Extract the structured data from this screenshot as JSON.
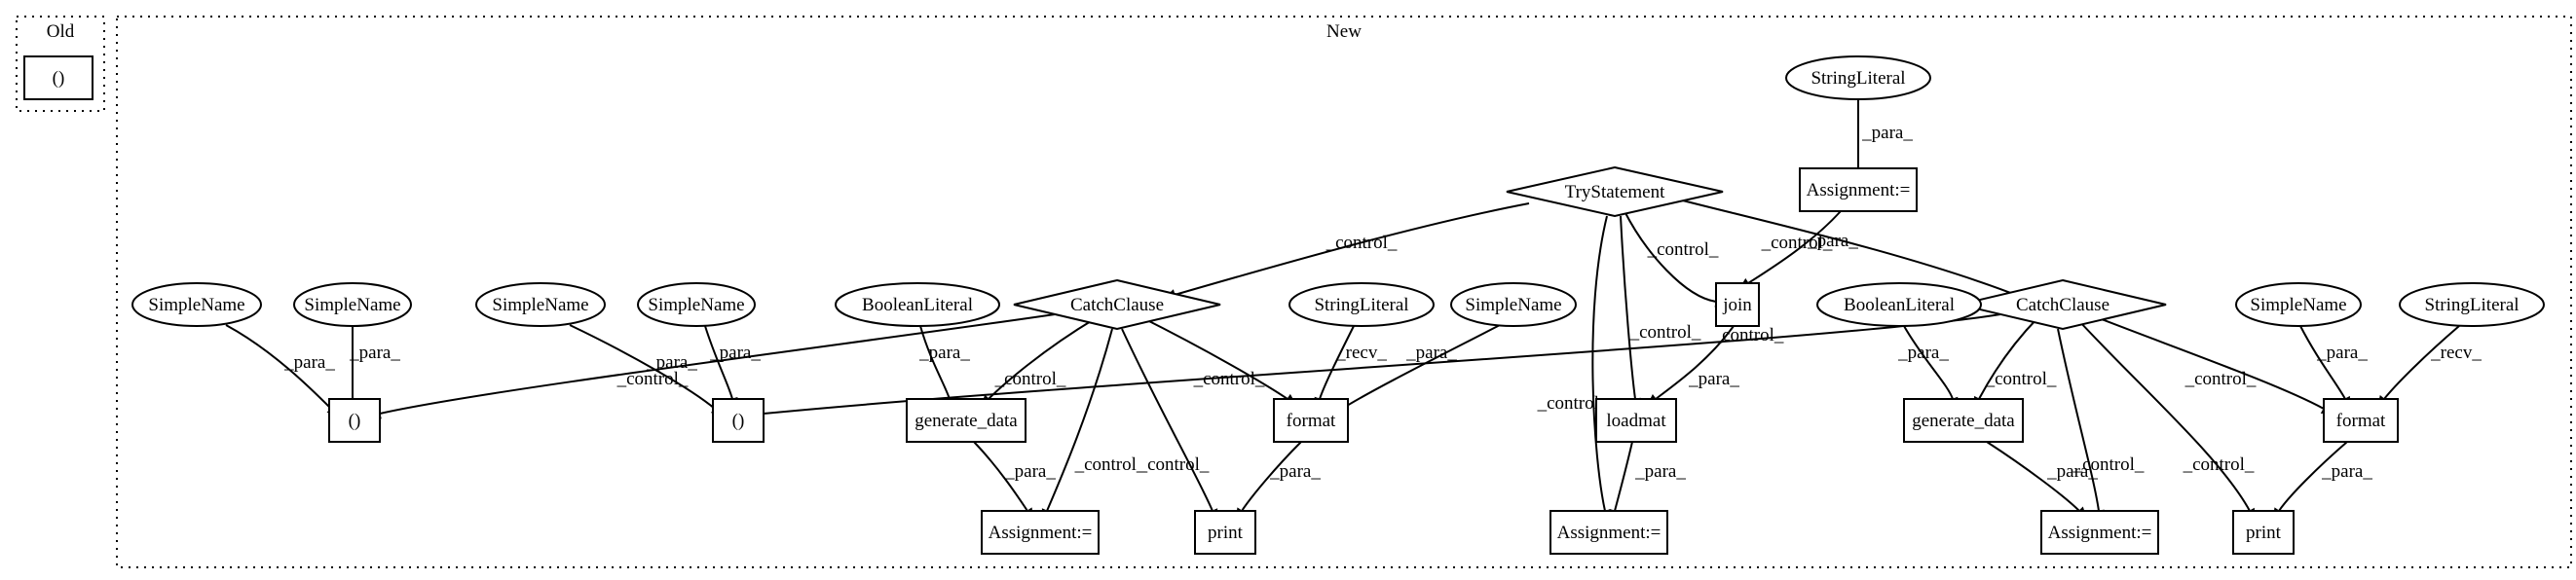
{
  "clusters": {
    "old": {
      "label": "Old"
    },
    "new": {
      "label": "New"
    }
  },
  "nodes": {
    "old_paren": {
      "label": "()"
    },
    "sl_top": {
      "label": "StringLiteral"
    },
    "assign_top": {
      "label": "Assignment:="
    },
    "try": {
      "label": "TryStatement"
    },
    "catch1": {
      "label": "CatchClause"
    },
    "catch2": {
      "label": "CatchClause"
    },
    "sn1": {
      "label": "SimpleName"
    },
    "sn2": {
      "label": "SimpleName"
    },
    "sn3": {
      "label": "SimpleName"
    },
    "sn4": {
      "label": "SimpleName"
    },
    "bool1": {
      "label": "BooleanLiteral"
    },
    "sl_mid": {
      "label": "StringLiteral"
    },
    "sn5": {
      "label": "SimpleName"
    },
    "join": {
      "label": "join"
    },
    "bool2": {
      "label": "BooleanLiteral"
    },
    "sn6": {
      "label": "SimpleName"
    },
    "sl_right": {
      "label": "StringLiteral"
    },
    "paren1": {
      "label": "()"
    },
    "paren2": {
      "label": "()"
    },
    "gen1": {
      "label": "generate_data"
    },
    "format1": {
      "label": "format"
    },
    "loadmat": {
      "label": "loadmat"
    },
    "gen2": {
      "label": "generate_data"
    },
    "format2": {
      "label": "format"
    },
    "assign1": {
      "label": "Assignment:="
    },
    "print1": {
      "label": "print"
    },
    "assign_mid": {
      "label": "Assignment:="
    },
    "assign2": {
      "label": "Assignment:="
    },
    "print2": {
      "label": "print"
    }
  },
  "edges": [
    {
      "id": "e01",
      "label": "_para_",
      "from": "sl_top",
      "to": "assign_top"
    },
    {
      "id": "e02",
      "label": "_para_",
      "from": "assign_top",
      "to": "join"
    },
    {
      "id": "e03",
      "label": "_control_",
      "from": "try",
      "to": "catch1"
    },
    {
      "id": "e04",
      "label": "_control_",
      "from": "try",
      "to": "join"
    },
    {
      "id": "e05",
      "label": "_control_",
      "from": "try",
      "to": "catch2"
    },
    {
      "id": "e06",
      "label": "_control_",
      "from": "try",
      "to": "loadmat"
    },
    {
      "id": "e07",
      "label": "_control_",
      "from": "try",
      "to": "assign_mid"
    },
    {
      "id": "e08",
      "label": "_para_",
      "from": "sn1",
      "to": "paren1"
    },
    {
      "id": "e09",
      "label": "_para_",
      "from": "sn2",
      "to": "paren1"
    },
    {
      "id": "e10",
      "label": "_para_",
      "from": "sn3",
      "to": "paren2"
    },
    {
      "id": "e11",
      "label": "_para_",
      "from": "sn4",
      "to": "paren2"
    },
    {
      "id": "e12",
      "label": "_control_",
      "from": "catch1",
      "to": "paren1"
    },
    {
      "id": "e13",
      "label": "_para_",
      "from": "bool1",
      "to": "gen1"
    },
    {
      "id": "e14",
      "label": "_control_",
      "from": "catch1",
      "to": "gen1"
    },
    {
      "id": "e15",
      "label": "_control_",
      "from": "catch1",
      "to": "assign1"
    },
    {
      "id": "e16",
      "label": "_control_",
      "from": "catch1",
      "to": "print1"
    },
    {
      "id": "e17",
      "label": "_control_",
      "from": "catch1",
      "to": "format1"
    },
    {
      "id": "e18",
      "label": "_recv_",
      "from": "sl_mid",
      "to": "format1"
    },
    {
      "id": "e19",
      "label": "_para_",
      "from": "sn5",
      "to": "format1"
    },
    {
      "id": "e20",
      "label": "_para_",
      "from": "join",
      "to": "loadmat"
    },
    {
      "id": "e21",
      "label": "_control_",
      "from": "catch2",
      "to": "paren2"
    },
    {
      "id": "e22",
      "label": "_para_",
      "from": "bool2",
      "to": "gen2"
    },
    {
      "id": "e23",
      "label": "_control_",
      "from": "catch2",
      "to": "gen2"
    },
    {
      "id": "e24",
      "label": "_control_",
      "from": "catch2",
      "to": "assign2"
    },
    {
      "id": "e25",
      "label": "_control_",
      "from": "catch2",
      "to": "print2"
    },
    {
      "id": "e26",
      "label": "_control_",
      "from": "catch2",
      "to": "format2"
    },
    {
      "id": "e27",
      "label": "_para_",
      "from": "sn6",
      "to": "format2"
    },
    {
      "id": "e28",
      "label": "_recv_",
      "from": "sl_right",
      "to": "format2"
    },
    {
      "id": "e29",
      "label": "_para_",
      "from": "gen1",
      "to": "assign1"
    },
    {
      "id": "e30",
      "label": "_para_",
      "from": "format1",
      "to": "print1"
    },
    {
      "id": "e31",
      "label": "_para_",
      "from": "loadmat",
      "to": "assign_mid"
    },
    {
      "id": "e32",
      "label": "_para_",
      "from": "gen2",
      "to": "assign2"
    },
    {
      "id": "e33",
      "label": "_para_",
      "from": "format2",
      "to": "print2"
    }
  ]
}
